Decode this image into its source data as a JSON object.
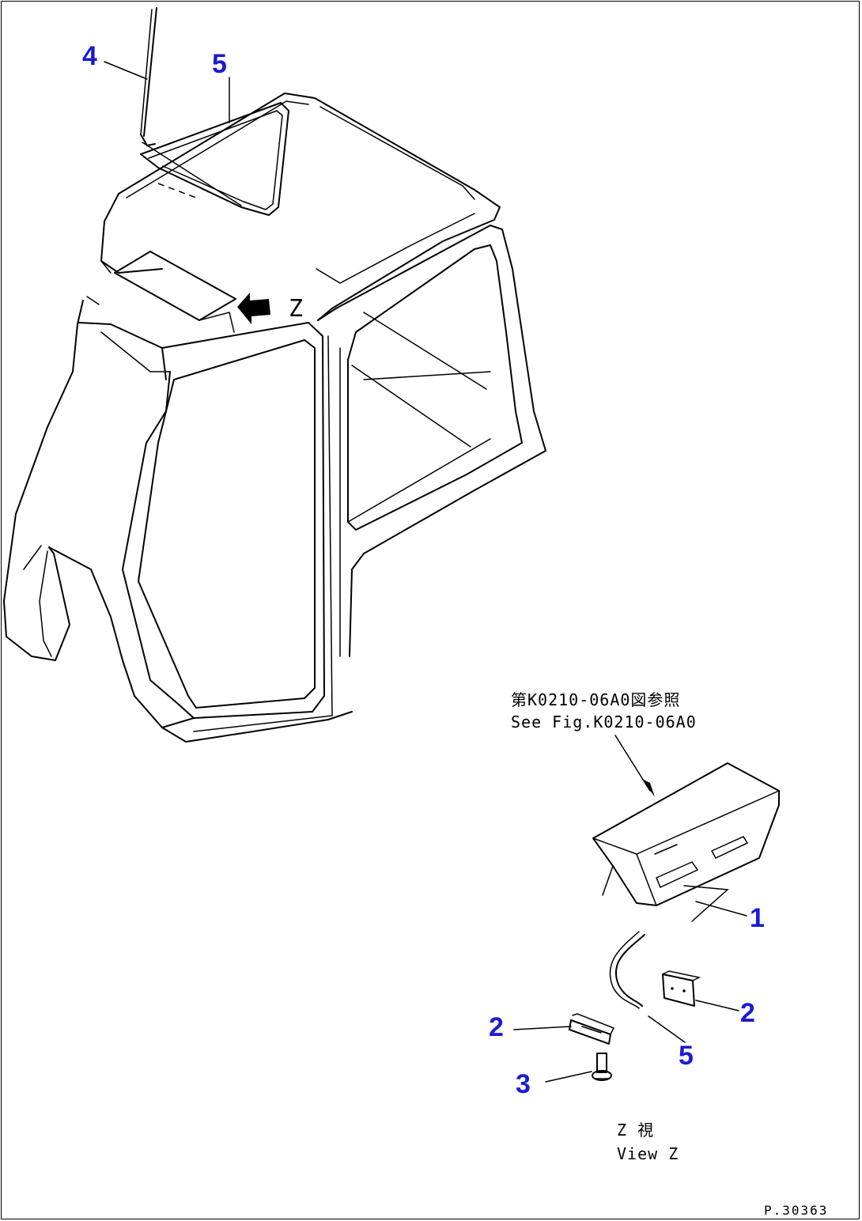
{
  "callouts": {
    "c4_top": "4",
    "c5_top": "5",
    "c1": "1",
    "c2_right": "2",
    "c2_left": "2",
    "c5_bottom": "5",
    "c3": "3"
  },
  "view_arrow_label": "Z",
  "reference_note": {
    "jp": "第K0210-06A0図参照",
    "en": "See Fig.K0210-06A0"
  },
  "view_label": {
    "jp": "Z  視",
    "en": "View Z"
  },
  "drawing_number": "P.30363",
  "colors": {
    "callout": "#1a1ad6",
    "line": "#000000",
    "background": "#ffffff"
  }
}
